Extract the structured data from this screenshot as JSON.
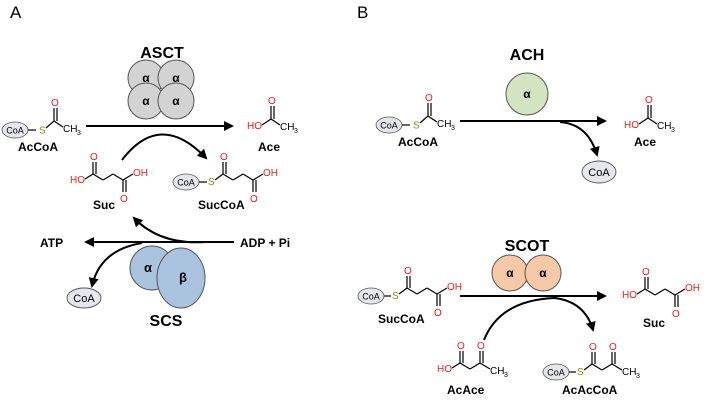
{
  "panels": {
    "a": {
      "letter": "A",
      "enzyme_top": "ASCT",
      "enzyme_top_subunits": [
        "α",
        "α",
        "α",
        "α"
      ],
      "enzyme_bottom": "SCS",
      "enzyme_bottom_subunits": [
        "α",
        "β"
      ],
      "substrate_left": "AcCoA",
      "product_right": "Ace",
      "suc": "Suc",
      "succoa": "SucCoA",
      "atp": "ATP",
      "adp_pi": "ADP + Pi",
      "coa": "CoA"
    },
    "b": {
      "letter": "B",
      "enzyme_top": "ACH",
      "enzyme_top_subunits": [
        "α"
      ],
      "enzyme_bottom": "SCOT",
      "enzyme_bottom_subunits": [
        "α",
        "α"
      ],
      "substrate_top": "AcCoA",
      "product_top": "Ace",
      "coa": "CoA",
      "substrate_bottom": "SucCoA",
      "product_bottom": "Suc",
      "acace": "AcAce",
      "acaccoa": "AcAcCoA"
    }
  },
  "chem": {
    "coa_tag": "CoA",
    "s": "S",
    "o": "O",
    "oh": "OH",
    "ho": "HO",
    "ch3": "CH",
    "sub3": "3"
  },
  "colors": {
    "asct_subunit": "#d3d3d3",
    "scs_subunit": "#a9c3de",
    "ach_subunit": "#d3e4c1",
    "scot_subunit": "#f5c9a6",
    "coa_ellipse": "#e6e6ee",
    "oxygen": "#e0201b",
    "sulfur": "#8a8a1a"
  }
}
